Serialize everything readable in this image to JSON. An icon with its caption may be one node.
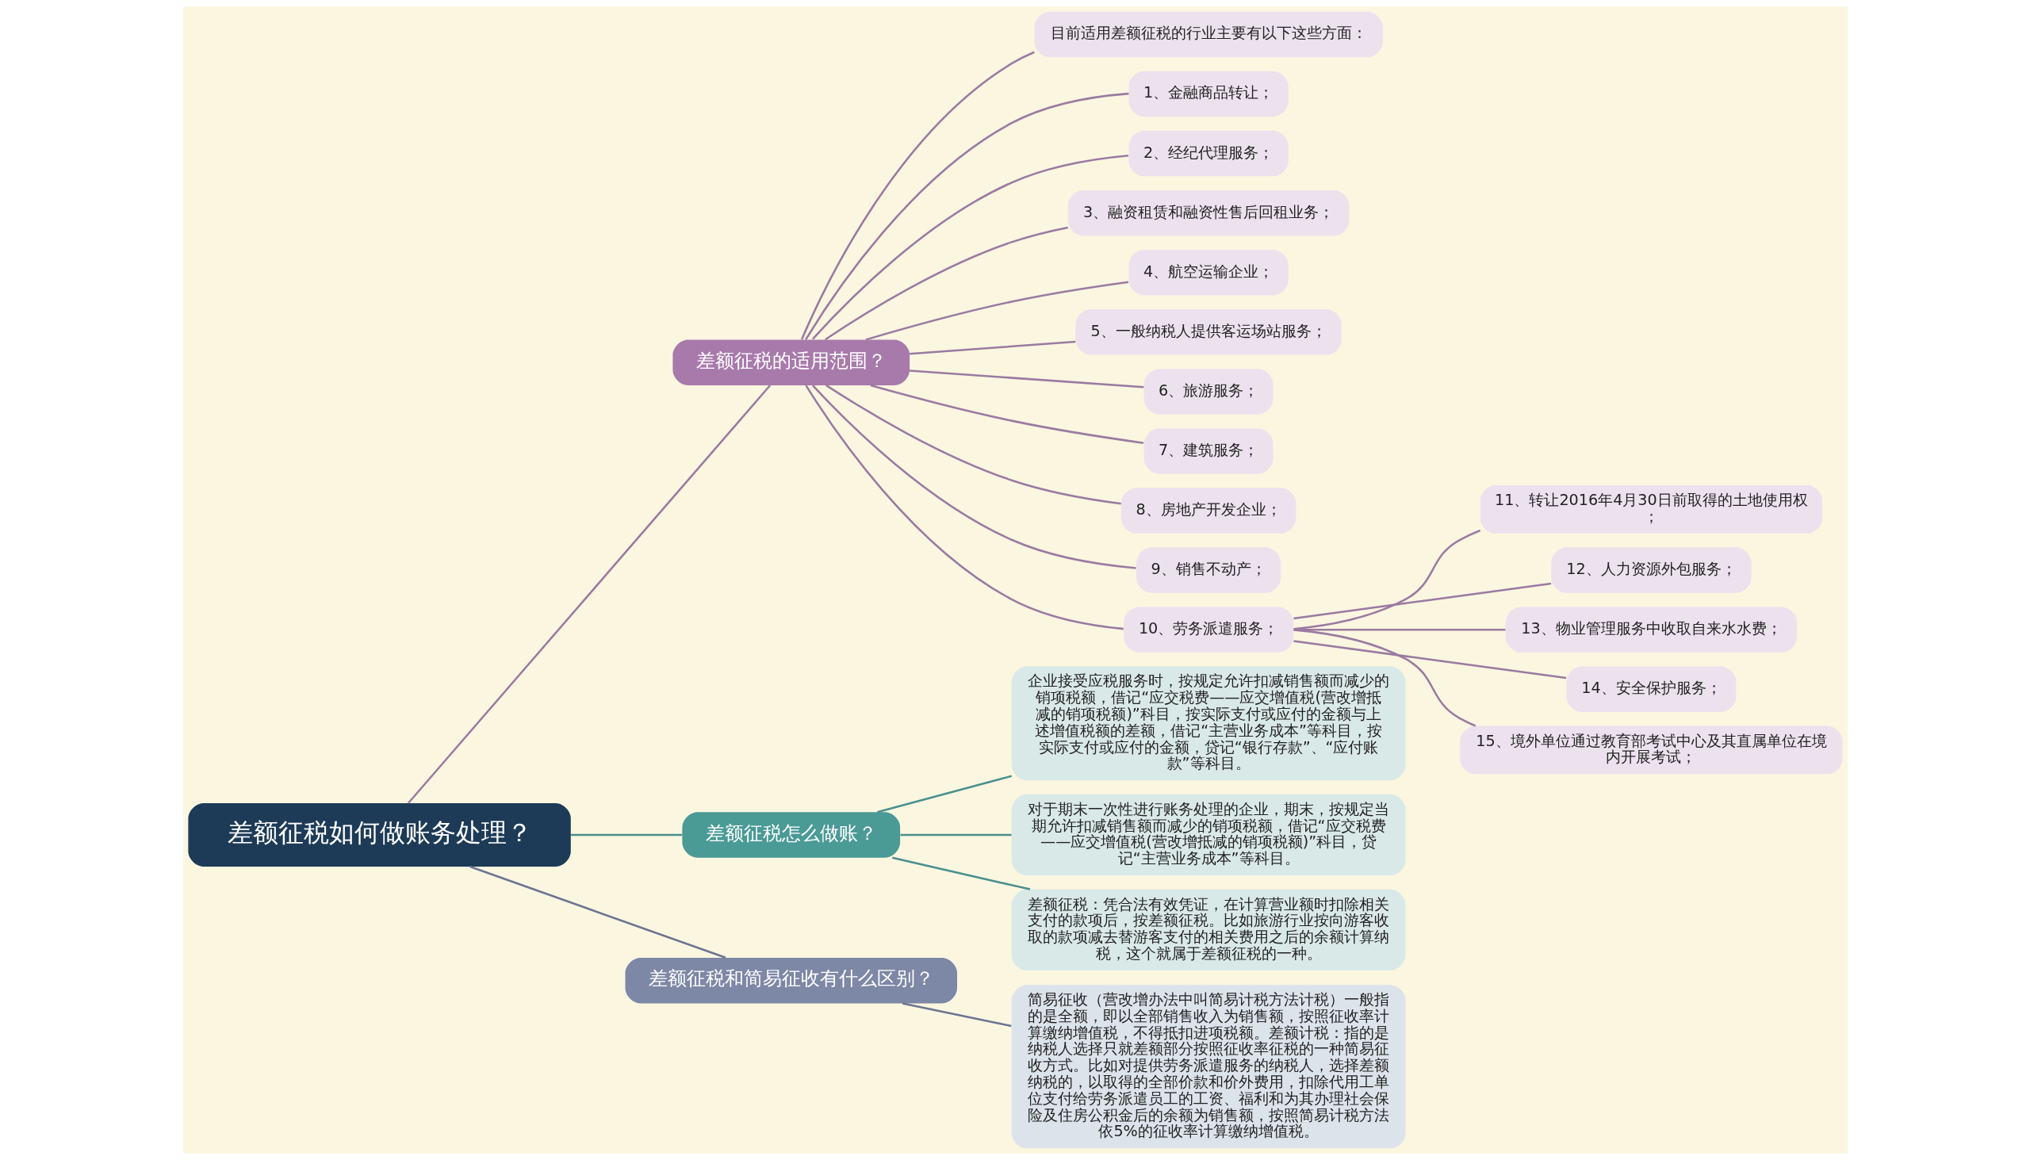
{
  "diagram": {
    "nodes": [
      {
        "text": [
          "差额征税如何做账务处理？"
        ]
      },
      {
        "text": [
          "差额征税的适用范围？"
        ]
      },
      {
        "text": [
          "目前适用差额征税的行业主要有以下这些方面："
        ]
      },
      {
        "text": [
          "1、金融商品转让；"
        ]
      },
      {
        "text": [
          "2、经纪代理服务；"
        ]
      },
      {
        "text": [
          "3、融资租赁和融资性售后回租业务；"
        ]
      },
      {
        "text": [
          "4、航空运输企业；"
        ]
      },
      {
        "text": [
          "5、一般纳税人提供客运场站服务；"
        ]
      },
      {
        "text": [
          "6、旅游服务；"
        ]
      },
      {
        "text": [
          "7、建筑服务；"
        ]
      },
      {
        "text": [
          "8、房地产开发企业；"
        ]
      },
      {
        "text": [
          "9、销售不动产；"
        ]
      },
      {
        "text": [
          "10、劳务派遣服务；"
        ]
      },
      {
        "text": [
          "11、转让2016年4月30日前取得的土地使用权；"
        ]
      },
      {
        "text": [
          "12、人力资源外包服务；"
        ]
      },
      {
        "text": [
          "13、物业管理服务中收取自来水水费；"
        ]
      },
      {
        "text": [
          "14、安全保护服务；"
        ]
      },
      {
        "text": [
          "15、境外单位通过教育部考试中心及其直属单位在境内开展考试；"
        ]
      },
      {
        "text": [
          "差额征税怎么做账？"
        ]
      },
      {
        "text": [
          "企业接受应税服务时，按规定允许扣减销售额而减少的销项税额，借记“应交税费——应交增值税(营改增抵减的销项税额)”科目，按实际支付或应付的金额与上述增值税额的差额，借记“主营业务成本”等科目，按实际支付或应付的金额，贷记“银行存款”、“应付账款”等科目。"
        ]
      },
      {
        "text": [
          "对于期末一次性进行账务处理的企业，期末，按规定当期允许扣减销售额而减少的销项税额，借记“应交税费——应交增值税(营改增抵减的销项税额)”科目，贷记“主营业务成本”等科目。"
        ]
      },
      {
        "text": [
          "差额征税：凭合法有效凭证，在计算营业额时扣除相关支付的款项后，按差额征税。比如旅游行业按向游客收取的款项减去替游客支付的相关费用之后的余额计算纳税，这个就属于差额征税的一种。"
        ]
      },
      {
        "text": [
          "差额征税和简易征收有什么区别？"
        ]
      },
      {
        "text": [
          "简易征收（营改增办法中叫简易计税方法计税）一般指的是全额，即以全部销售收入为销售额，按照征收率计算缴纳增值税，不得抵扣进项税额。差额计税：指的是纳税人选择只就差额部分按照征收率征税的一种简易征收方式。比如对提供劳务派遣服务的纳税人，选择差额纳税的，以取得的全部价款和价外费用，扣除代用工单位支付给劳务派遣员工的工资、福利和为其办理社会保险及住房公积金后的余额为销售额，按照简易计税方法依5%的征收率计算缴纳增值税。"
        ]
      }
    ],
    "edges": [
      {
        "from": 0,
        "to": 1,
        "arrow": "none"
      },
      {
        "from": 1,
        "to": 2,
        "arrow": "none"
      },
      {
        "from": 1,
        "to": 3,
        "arrow": "none"
      },
      {
        "from": 1,
        "to": 4,
        "arrow": "none"
      },
      {
        "from": 1,
        "to": 5,
        "arrow": "none"
      },
      {
        "from": 1,
        "to": 6,
        "arrow": "none"
      },
      {
        "from": 1,
        "to": 7,
        "arrow": "none"
      },
      {
        "from": 1,
        "to": 8,
        "arrow": "none"
      },
      {
        "from": 1,
        "to": 9,
        "arrow": "none"
      },
      {
        "from": 1,
        "to": 10,
        "arrow": "none"
      },
      {
        "from": 1,
        "to": 11,
        "arrow": "none"
      },
      {
        "from": 1,
        "to": 12,
        "arrow": "none"
      },
      {
        "from": 12,
        "to": 13,
        "arrow": "none"
      },
      {
        "from": 12,
        "to": 14,
        "arrow": "none"
      },
      {
        "from": 12,
        "to": 15,
        "arrow": "none"
      },
      {
        "from": 12,
        "to": 16,
        "arrow": "none"
      },
      {
        "from": 12,
        "to": 17,
        "arrow": "none"
      },
      {
        "from": 0,
        "to": 18,
        "arrow": "none",
        "color": "#4a8f8c"
      },
      {
        "from": 18,
        "to": 19,
        "arrow": "none",
        "color": "#4a8f8c"
      },
      {
        "from": 18,
        "to": 20,
        "arrow": "none",
        "color": "#4a8f8c"
      },
      {
        "from": 18,
        "to": 21,
        "arrow": "none",
        "color": "#4a8f8c"
      },
      {
        "from": 0,
        "to": 22,
        "arrow": "none",
        "color": "#6c7590"
      },
      {
        "from": 22,
        "to": 23,
        "arrow": "none",
        "color": "#6c7590"
      }
    ]
  }
}
